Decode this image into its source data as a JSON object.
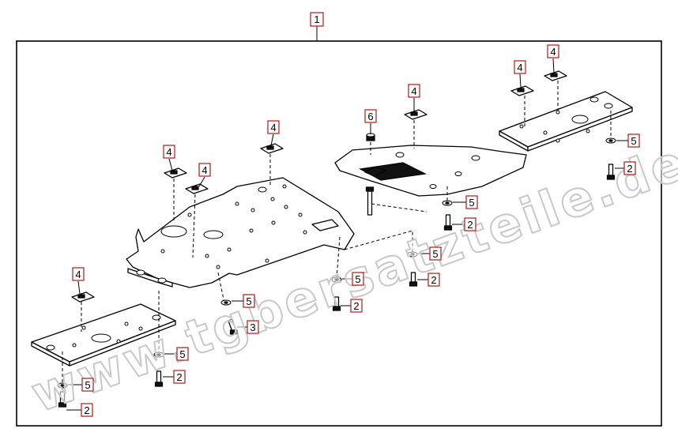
{
  "diagram": {
    "assembly_label": "1",
    "watermark": "www.tgbersatzteile.de",
    "callouts": [
      {
        "id": "c1",
        "number": "4"
      },
      {
        "id": "c2",
        "number": "4"
      },
      {
        "id": "c3",
        "number": "4"
      },
      {
        "id": "c4",
        "number": "4"
      },
      {
        "id": "c5",
        "number": "4"
      },
      {
        "id": "c6",
        "number": "4"
      },
      {
        "id": "c7",
        "number": "4"
      },
      {
        "id": "c8",
        "number": "6"
      },
      {
        "id": "c9",
        "number": "5"
      },
      {
        "id": "c10",
        "number": "2"
      },
      {
        "id": "c11",
        "number": "5"
      },
      {
        "id": "c12",
        "number": "2"
      },
      {
        "id": "c13",
        "number": "5"
      },
      {
        "id": "c14",
        "number": "2"
      },
      {
        "id": "c15",
        "number": "5"
      },
      {
        "id": "c16",
        "number": "2"
      },
      {
        "id": "c17",
        "number": "5"
      },
      {
        "id": "c18",
        "number": "3"
      },
      {
        "id": "c19",
        "number": "5"
      },
      {
        "id": "c20",
        "number": "2"
      },
      {
        "id": "c21",
        "number": "5"
      },
      {
        "id": "c22",
        "number": "2"
      }
    ]
  }
}
